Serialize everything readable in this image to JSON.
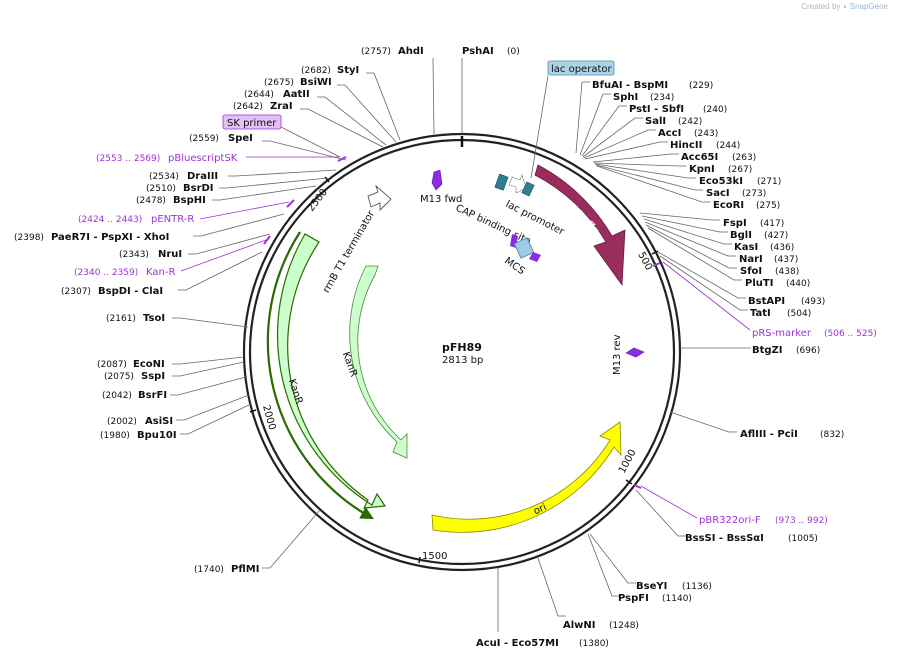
{
  "branding": {
    "created_by": "Created by",
    "app": "SnapGene"
  },
  "plasmid": {
    "name": "pFH89",
    "length": "2813 bp",
    "total_bp": 2813
  },
  "ticks": [
    "500",
    "1000",
    "1500",
    "2000",
    "2500"
  ],
  "enzymes": [
    {
      "name": "PshAI",
      "pos": "(0)"
    },
    {
      "name": "AhdI",
      "pos": "(2757)"
    },
    {
      "name": "StyI",
      "pos": "(2682)"
    },
    {
      "name": "BsiWI",
      "pos": "(2675)"
    },
    {
      "name": "AatII",
      "pos": "(2644)"
    },
    {
      "name": "ZraI",
      "pos": "(2642)"
    },
    {
      "name": "SpeI",
      "pos": "(2559)"
    },
    {
      "name": "DraIII",
      "pos": "(2534)"
    },
    {
      "name": "BsrDI",
      "pos": "(2510)"
    },
    {
      "name": "BspHI",
      "pos": "(2478)"
    },
    {
      "name": "PaeR7I - PspXI - XhoI",
      "pos": "(2398)"
    },
    {
      "name": "NruI",
      "pos": "(2343)"
    },
    {
      "name": "BspDI - ClaI",
      "pos": "(2307)"
    },
    {
      "name": "TsoI",
      "pos": "(2161)"
    },
    {
      "name": "EcoNI",
      "pos": "(2087)"
    },
    {
      "name": "SspI",
      "pos": "(2075)"
    },
    {
      "name": "BsrFI",
      "pos": "(2042)"
    },
    {
      "name": "AsiSI",
      "pos": "(2002)"
    },
    {
      "name": "Bpu10I",
      "pos": "(1980)"
    },
    {
      "name": "PflMI",
      "pos": "(1740)"
    },
    {
      "name": "AcuI - Eco57MI",
      "pos": "(1380)"
    },
    {
      "name": "AlwNI",
      "pos": "(1248)"
    },
    {
      "name": "PspFI",
      "pos": "(1140)"
    },
    {
      "name": "BseYI",
      "pos": "(1136)"
    },
    {
      "name": "BssSI - BssSαI",
      "pos": "(1005)"
    },
    {
      "name": "AflIII - PciI",
      "pos": "(832)"
    },
    {
      "name": "BtgZI",
      "pos": "(696)"
    },
    {
      "name": "TatI",
      "pos": "(504)"
    },
    {
      "name": "BstAPI",
      "pos": "(493)"
    },
    {
      "name": "PluTI",
      "pos": "(440)"
    },
    {
      "name": "SfoI",
      "pos": "(438)"
    },
    {
      "name": "NarI",
      "pos": "(437)"
    },
    {
      "name": "KasI",
      "pos": "(436)"
    },
    {
      "name": "BglI",
      "pos": "(427)"
    },
    {
      "name": "FspI",
      "pos": "(417)"
    },
    {
      "name": "EcoRI",
      "pos": "(275)"
    },
    {
      "name": "SacI",
      "pos": "(273)"
    },
    {
      "name": "Eco53kI",
      "pos": "(271)"
    },
    {
      "name": "KpnI",
      "pos": "(267)"
    },
    {
      "name": "Acc65I",
      "pos": "(263)"
    },
    {
      "name": "HincII",
      "pos": "(244)"
    },
    {
      "name": "AccI",
      "pos": "(243)"
    },
    {
      "name": "SalI",
      "pos": "(242)"
    },
    {
      "name": "PstI - SbfI",
      "pos": "(240)"
    },
    {
      "name": "SphI",
      "pos": "(234)"
    },
    {
      "name": "BfuAI - BspMI",
      "pos": "(229)"
    }
  ],
  "primers": [
    {
      "name": "pBluescriptSK",
      "pos": "(2553 .. 2569)"
    },
    {
      "name": "pENTR-R",
      "pos": "(2424 .. 2443)"
    },
    {
      "name": "Kan-R",
      "pos": "(2340 .. 2359)"
    },
    {
      "name": "pRS-marker",
      "pos": "(506 .. 525)"
    },
    {
      "name": "pBR322ori-F",
      "pos": "(973 .. 992)"
    }
  ],
  "boxed_labels": {
    "sk_primer": "SK primer",
    "lac_operator": "lac operator"
  },
  "features": {
    "lacZa": "lacZα",
    "ori": "ori",
    "kanr_inner": "KanR",
    "kanr_outer": "KanR",
    "rrnb": "rrnB T1 terminator",
    "m13fwd": "M13 fwd",
    "m13rev": "M13 rev",
    "cap": "CAP binding site",
    "lacpromoter": "lac promoter",
    "mcs": "MCS"
  },
  "colors": {
    "lacZa": "#9b2c5e",
    "ori": "#ffff00",
    "kanr": "#ccffcc",
    "primer": "#9b33d6",
    "promoter": "#2f7f8f",
    "mcs": "#9ecae8",
    "sk_box": "#e3c1f5",
    "lacop_box": "#a9d4e4"
  }
}
